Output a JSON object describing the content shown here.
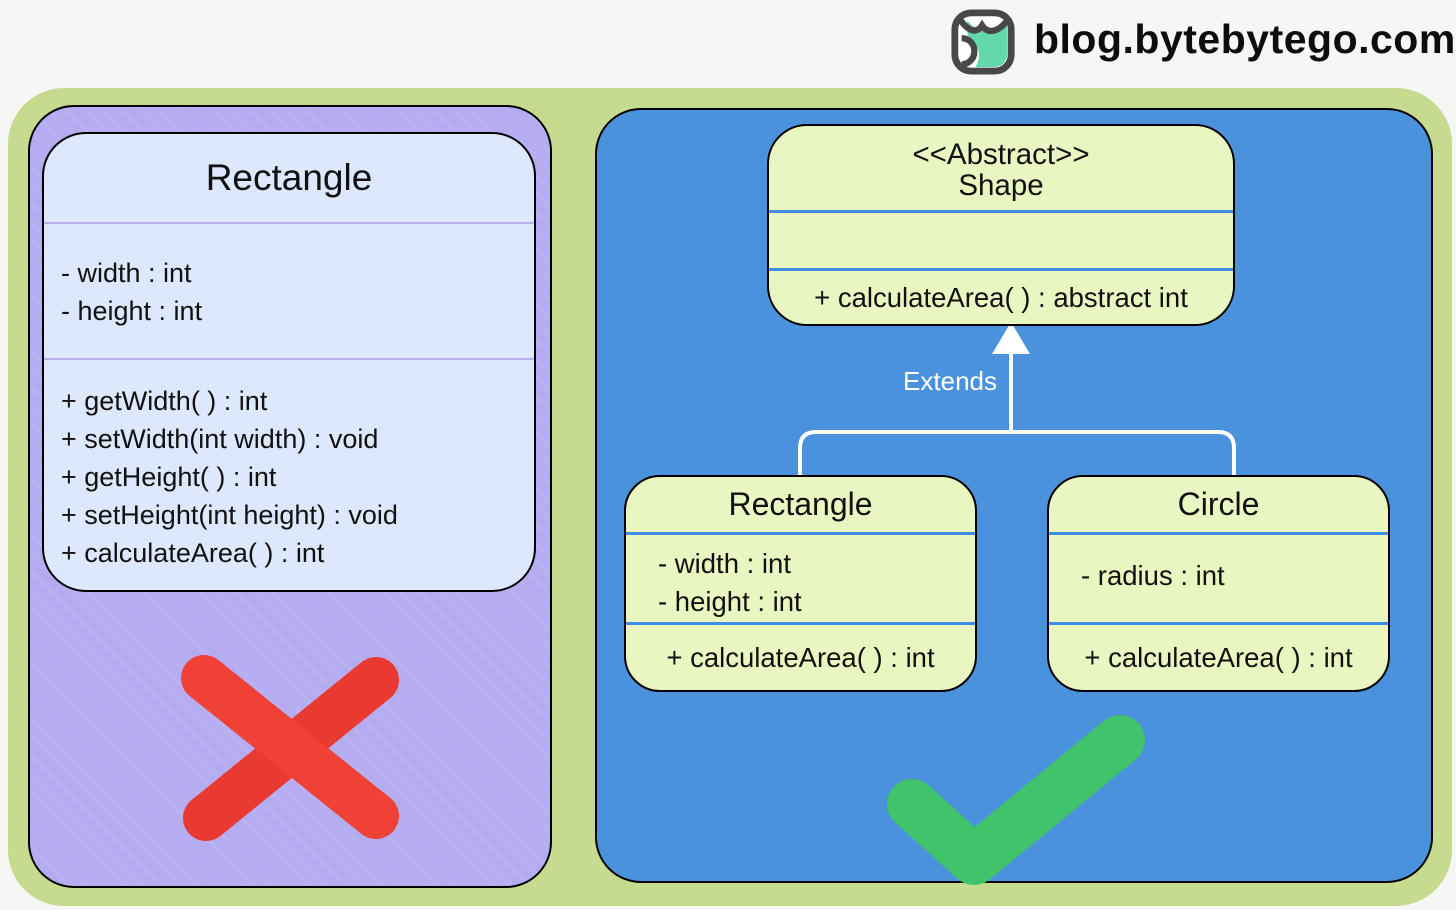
{
  "header": {
    "site": "blog.bytebytego.com",
    "logo_icon": "bytebytego-owl-logo"
  },
  "colors": {
    "page_background": "#f6f6f4",
    "board_green": "#c6da90",
    "left_panel_purple": "#b5abf0",
    "right_panel_blue": "#4b92dc",
    "left_class_box_blue": "#dde8fc",
    "uml_class_box_yellow": "#eaf6c1",
    "uml_divider_blue": "#3e8ee2",
    "uml_divider_purple": "#b7aff2",
    "cross_red": "#ef4136",
    "check_green": "#41c36c",
    "connector_white": "#ffffff"
  },
  "left_panel": {
    "verdict": "rejected-cross",
    "class": {
      "name": "Rectangle",
      "attributes": [
        "- width : int",
        "- height : int"
      ],
      "methods": [
        "+ getWidth( ) : int",
        "+ setWidth(int width) : void",
        "+ getHeight( ) : int",
        "+ setHeight(int height) : void",
        "+ calculateArea( ) : int"
      ]
    }
  },
  "right_panel": {
    "verdict": "approved-check",
    "parent": {
      "stereotype": "<<Abstract>>",
      "name": "Shape",
      "attributes": [],
      "methods": [
        "+ calculateArea( ) : abstract int"
      ]
    },
    "connector_label": "Extends",
    "children": [
      {
        "name": "Rectangle",
        "attributes": [
          "- width : int",
          "- height : int"
        ],
        "methods": [
          "+ calculateArea( ) : int"
        ]
      },
      {
        "name": "Circle",
        "attributes": [
          "- radius : int"
        ],
        "methods": [
          "+ calculateArea( ) : int"
        ]
      }
    ]
  }
}
